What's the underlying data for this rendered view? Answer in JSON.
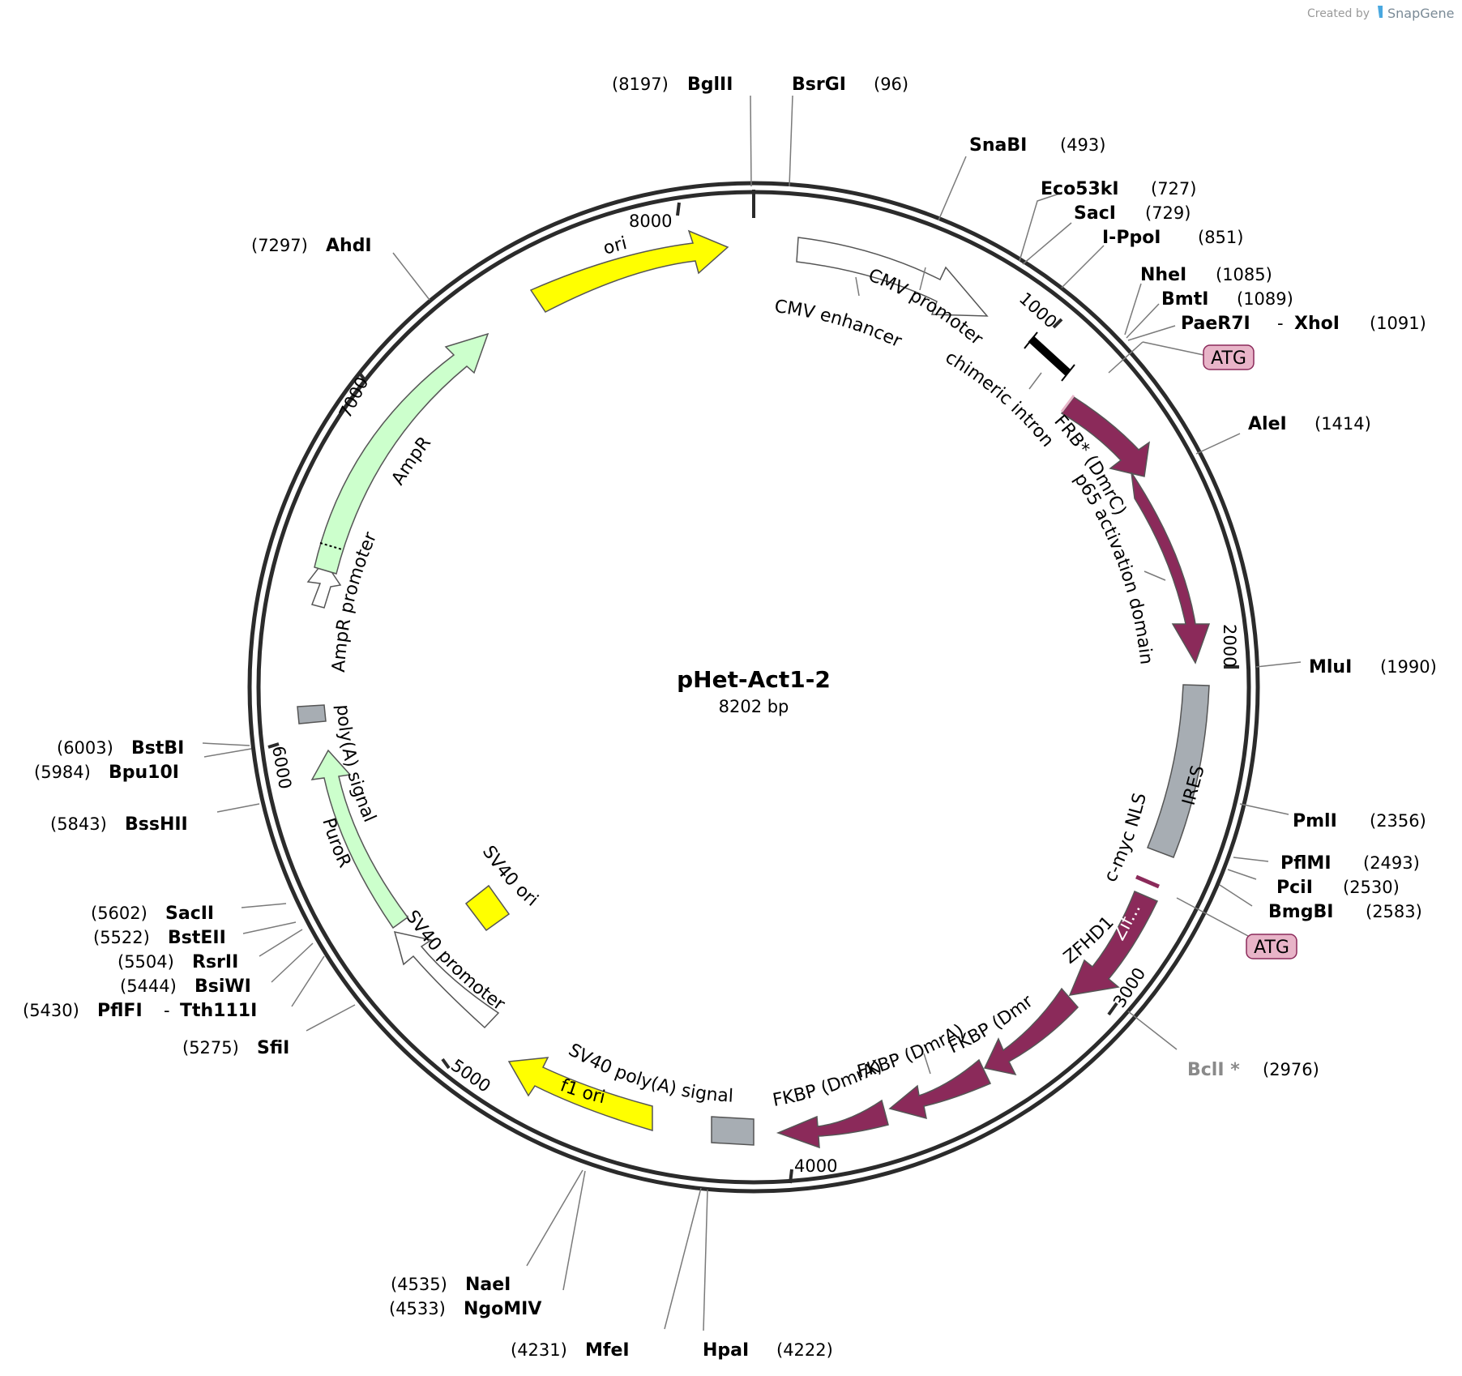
{
  "credit": {
    "prefix": "Created by",
    "brand": "SnapGene"
  },
  "plasmid": {
    "name": "pHet-Act1-2",
    "size": "8202 bp"
  },
  "ticks": [
    "1000",
    "2000",
    "3000",
    "4000",
    "5000",
    "6000",
    "7000",
    "8000"
  ],
  "enzymes": {
    "bglii": {
      "name": "BglII",
      "pos": "(8197)"
    },
    "bsrgi": {
      "name": "BsrGI",
      "pos": "(96)"
    },
    "snabi": {
      "name": "SnaBI",
      "pos": "(493)"
    },
    "eco53ki": {
      "name": "Eco53kI",
      "pos": "(727)"
    },
    "saci": {
      "name": "SacI",
      "pos": "(729)"
    },
    "ippoi": {
      "name": "I-PpoI",
      "pos": "(851)"
    },
    "nhei": {
      "name": "NheI",
      "pos": "(1085)"
    },
    "bmti": {
      "name": "BmtI",
      "pos": "(1089)"
    },
    "paer7i": {
      "name": "PaeR7I",
      "sep": "-",
      "name2": "XhoI",
      "pos": "(1091)"
    },
    "alei": {
      "name": "AleI",
      "pos": "(1414)"
    },
    "mlui": {
      "name": "MluI",
      "pos": "(1990)"
    },
    "pmli": {
      "name": "PmlI",
      "pos": "(2356)"
    },
    "pflmi": {
      "name": "PflMI",
      "pos": "(2493)"
    },
    "pcii": {
      "name": "PciI",
      "pos": "(2530)"
    },
    "bmgbi": {
      "name": "BmgBI",
      "pos": "(2583)"
    },
    "bcli": {
      "name": "BclI *",
      "pos": "(2976)"
    },
    "hpai": {
      "name": "HpaI",
      "pos": "(4222)"
    },
    "mfei": {
      "name": "MfeI",
      "pos": "(4231)"
    },
    "nael": {
      "name": "NaeI",
      "pos": "(4535)"
    },
    "ngomiv": {
      "name": "NgoMIV",
      "pos": "(4533)"
    },
    "sfii": {
      "name": "SfiI",
      "pos": "(5275)"
    },
    "pflfi": {
      "name": "PflFI",
      "sep": "-",
      "name2": "Tth111I",
      "pos": "(5430)"
    },
    "bsiwi": {
      "name": "BsiWI",
      "pos": "(5444)"
    },
    "rsrii": {
      "name": "RsrII",
      "pos": "(5504)"
    },
    "bsteii": {
      "name": "BstEII",
      "pos": "(5522)"
    },
    "sacii": {
      "name": "SacII",
      "pos": "(5602)"
    },
    "bsshii": {
      "name": "BssHII",
      "pos": "(5843)"
    },
    "bpu10i": {
      "name": "Bpu10I",
      "pos": "(5984)"
    },
    "bstbi": {
      "name": "BstBI",
      "pos": "(6003)"
    },
    "ahdi": {
      "name": "AhdI",
      "pos": "(7297)"
    }
  },
  "features": {
    "ori": "ori",
    "cmv_promoter": "CMV promoter",
    "cmv_enhancer": "CMV enhancer",
    "chimeric_intron": "chimeric intron",
    "atg1": "ATG",
    "frb": "FRB* (DmrC)",
    "p65": "p65 activation domain",
    "ires": "IRES",
    "cmyc": "c-myc NLS",
    "atg2": "ATG",
    "zfhd1": "ZFHD1",
    "zif": "Zif...",
    "fkbp1": "FKBP (DmrA)",
    "fkbp2": "FKBP (DmrA)",
    "fkbp3": "FKBP (DmrA)",
    "sv40_polya": "SV40 poly(A) signal",
    "f1ori": "f1 ori",
    "sv40_promoter": "SV40 promoter",
    "sv40_ori": "SV40 ori",
    "puror": "PuroR",
    "polya": "poly(A) signal",
    "ampr_promoter": "AmpR promoter",
    "ampr": "AmpR"
  },
  "colors": {
    "ring": "#2b2b2b",
    "magenta": "#8b2a5a",
    "yellow": "#ffff00",
    "green": "#ccffcc",
    "grey": "#a7adb3",
    "atg": "#e8b4c8",
    "leader": "#7a7a7a"
  }
}
